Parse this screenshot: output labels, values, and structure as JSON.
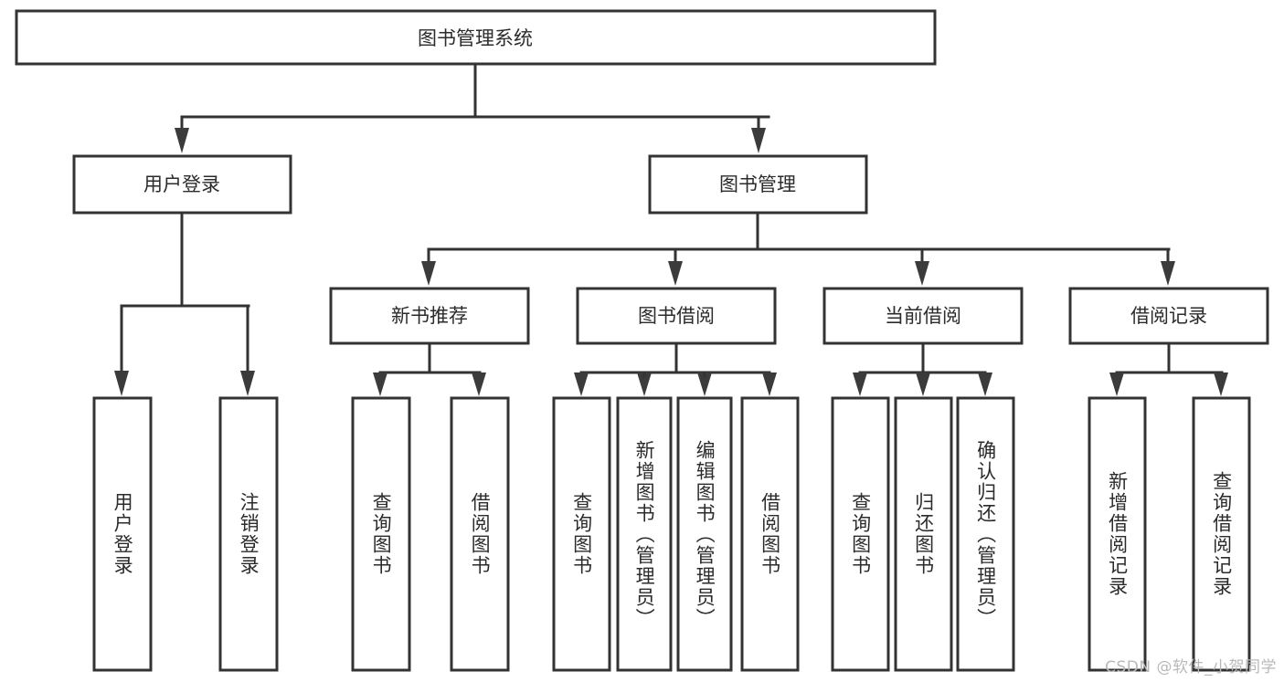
{
  "diagram": {
    "title": "图书管理系统",
    "type": "tree-hierarchy-diagram",
    "root": {
      "id": "root",
      "label": "图书管理系统"
    },
    "level1": [
      {
        "id": "login",
        "label": "用户登录"
      },
      {
        "id": "bookmgmt",
        "label": "图书管理"
      }
    ],
    "level2": [
      {
        "id": "newbook",
        "label": "新书推荐",
        "parent": "bookmgmt"
      },
      {
        "id": "borrow",
        "label": "图书借阅",
        "parent": "bookmgmt"
      },
      {
        "id": "current",
        "label": "当前借阅",
        "parent": "bookmgmt"
      },
      {
        "id": "record",
        "label": "借阅记录",
        "parent": "bookmgmt"
      }
    ],
    "leaves": {
      "login": [
        {
          "id": "leaf-user-login",
          "label": "用户登录"
        },
        {
          "id": "leaf-logout",
          "label": "注销登录"
        }
      ],
      "newbook": [
        {
          "id": "leaf-query-book-1",
          "label": "查询图书"
        },
        {
          "id": "leaf-borrow-book-1",
          "label": "借阅图书"
        }
      ],
      "borrow": [
        {
          "id": "leaf-query-book-2",
          "label": "查询图书"
        },
        {
          "id": "leaf-add-book",
          "label": "新增图书（管理员）"
        },
        {
          "id": "leaf-edit-book",
          "label": "编辑图书（管理员）"
        },
        {
          "id": "leaf-borrow-book-2",
          "label": "借阅图书"
        }
      ],
      "current": [
        {
          "id": "leaf-query-book-3",
          "label": "查询图书"
        },
        {
          "id": "leaf-return-book",
          "label": "归还图书"
        },
        {
          "id": "leaf-confirm-return",
          "label": "确认归还（管理员）"
        }
      ],
      "record": [
        {
          "id": "leaf-add-record",
          "label": "新增借阅记录"
        },
        {
          "id": "leaf-query-record",
          "label": "查询借阅记录"
        }
      ]
    },
    "colors": {
      "box_stroke": "#333333",
      "box_fill": "#ffffff",
      "line": "#333333",
      "text": "#2b2b2b",
      "watermark": "#b9b9b9",
      "background": "#ffffff"
    }
  },
  "watermark": {
    "text": "CSDN @软件_小贺同学"
  }
}
